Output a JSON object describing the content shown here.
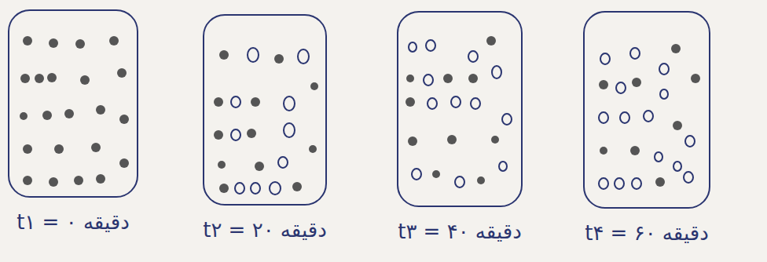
{
  "diagram": {
    "nodes": [
      {
        "text": [
          "t۱ = ۰ دقیقه"
        ]
      },
      {
        "text": [
          "t۲ = ۲۰ دقیقه"
        ]
      },
      {
        "text": [
          "t۳ = ۴۰ دقیقه"
        ]
      },
      {
        "text": [
          "t۴ = ۶۰ دقیقه"
        ]
      }
    ]
  }
}
